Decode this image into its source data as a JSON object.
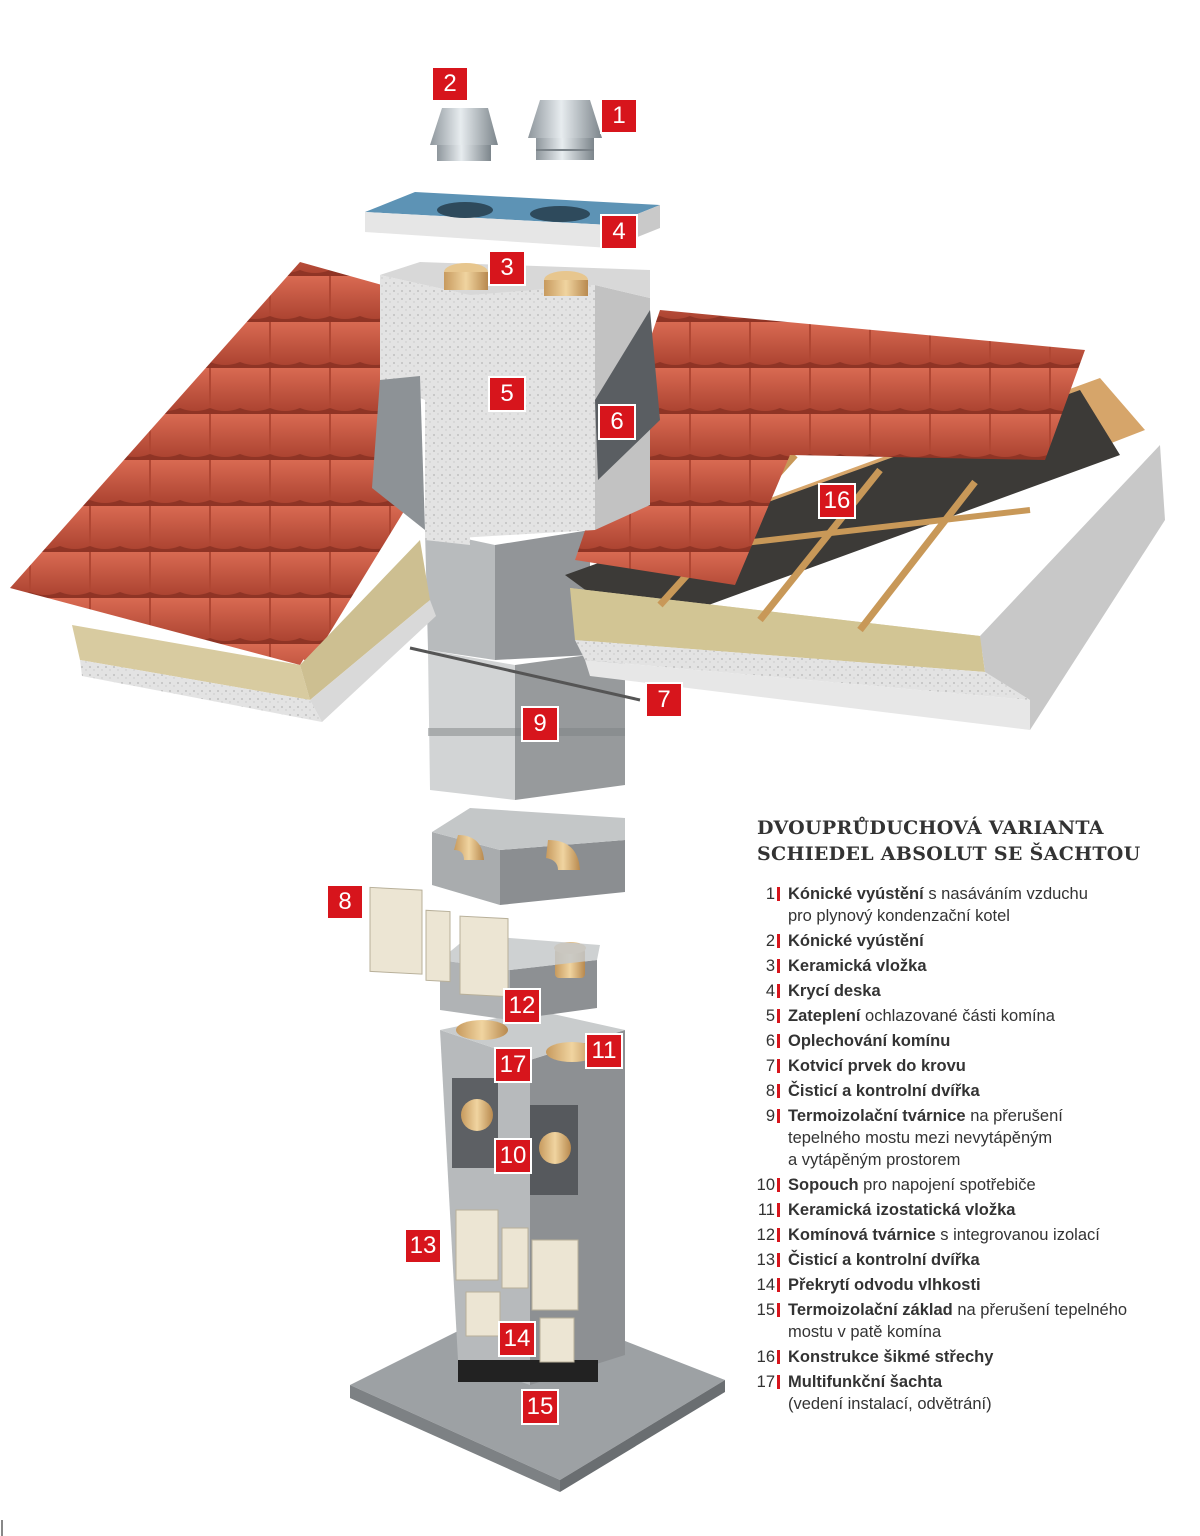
{
  "legend": {
    "title_line1": "DVOUPRŮDUCHOVÁ VARIANTA",
    "title_line2": "SCHIEDEL ABSOLUT SE ŠACHTOU",
    "accent_color": "#d7151c",
    "items": [
      {
        "num": "1",
        "bold": "Kónické vyústění",
        "rest": "s nasáváním vzduchu",
        "rest2": "pro plynový kondenzační kotel"
      },
      {
        "num": "2",
        "bold": "Kónické vyústění",
        "rest": "",
        "rest2": ""
      },
      {
        "num": "3",
        "bold": "Keramická vložka",
        "rest": "",
        "rest2": ""
      },
      {
        "num": "4",
        "bold": "Krycí deska",
        "rest": "",
        "rest2": ""
      },
      {
        "num": "5",
        "bold": "Zateplení",
        "rest": "ochlazované části komína",
        "rest2": ""
      },
      {
        "num": "6",
        "bold": "Oplechování komínu",
        "rest": "",
        "rest2": ""
      },
      {
        "num": "7",
        "bold": "Kotvicí prvek do krovu",
        "rest": "",
        "rest2": ""
      },
      {
        "num": "8",
        "bold": "Čisticí a kontrolní dvířka",
        "rest": "",
        "rest2": ""
      },
      {
        "num": "9",
        "bold": "Termoizolační tvárnice",
        "rest": "na přerušení",
        "rest2": "tepelného mostu mezi nevytápěným",
        "rest3": "a vytápěným prostorem"
      },
      {
        "num": "10",
        "bold": "Sopouch",
        "rest": "pro napojení spotřebiče",
        "rest2": ""
      },
      {
        "num": "11",
        "bold": "Keramická izostatická vložka",
        "rest": "",
        "rest2": ""
      },
      {
        "num": "12",
        "bold": "Komínová tvárnice",
        "rest": "s integrovanou izolací",
        "rest2": ""
      },
      {
        "num": "13",
        "bold": "Čisticí a kontrolní dvířka",
        "rest": "",
        "rest2": ""
      },
      {
        "num": "14",
        "bold": "Překrytí odvodu vlhkosti",
        "rest": "",
        "rest2": ""
      },
      {
        "num": "15",
        "bold": "Termoizolační základ",
        "rest": "na přerušení tepelného",
        "rest2": "mostu v patě komína"
      },
      {
        "num": "16",
        "bold": "Konstrukce šikmé střechy",
        "rest": "",
        "rest2": ""
      },
      {
        "num": "17",
        "bold": "Multifunkční šachta",
        "rest": "",
        "rest2": "(vedení instalací, odvětrání)"
      }
    ]
  },
  "badges": [
    "1",
    "2",
    "3",
    "4",
    "5",
    "6",
    "7",
    "8",
    "9",
    "10",
    "11",
    "12",
    "13",
    "14",
    "15",
    "16",
    "17"
  ],
  "colors": {
    "tile": "#c9533f",
    "tile_dark": "#9e3a2a",
    "insulation": "#d8cba0",
    "wood": "#c99a5b",
    "concrete": "#a9acae",
    "eps": "#e8e8e8",
    "liner": "#d9b47a",
    "door": "#ece5d3"
  }
}
